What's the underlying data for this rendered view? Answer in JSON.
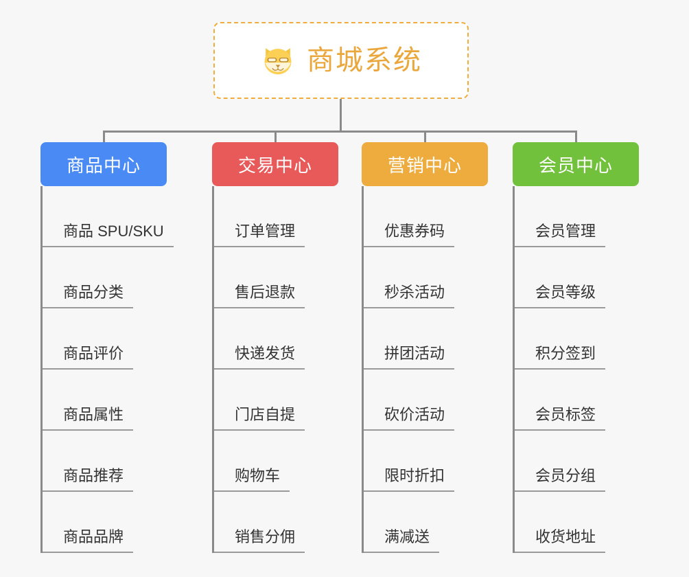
{
  "root": {
    "title": "商城系统",
    "icon": "shiba-inu-icon",
    "border_color": "#f0ad3e",
    "text_color": "#eaa73c"
  },
  "canvas": {
    "background": "#f7f7f7",
    "connector_color": "#8a8a8a"
  },
  "branches": [
    {
      "label": "商品中心",
      "color": "#4a8af4",
      "items": [
        "商品 SPU/SKU",
        "商品分类",
        "商品评价",
        "商品属性",
        "商品推荐",
        "商品品牌"
      ]
    },
    {
      "label": "交易中心",
      "color": "#e85a5a",
      "items": [
        "订单管理",
        "售后退款",
        "快递发货",
        "门店自提",
        "购物车",
        "销售分佣"
      ]
    },
    {
      "label": "营销中心",
      "color": "#eeac3e",
      "items": [
        "优惠券码",
        "秒杀活动",
        "拼团活动",
        "砍价活动",
        "限时折扣",
        "满减送"
      ]
    },
    {
      "label": "会员中心",
      "color": "#72c13c",
      "items": [
        "会员管理",
        "会员等级",
        "积分签到",
        "会员标签",
        "会员分组",
        "收货地址"
      ]
    }
  ]
}
